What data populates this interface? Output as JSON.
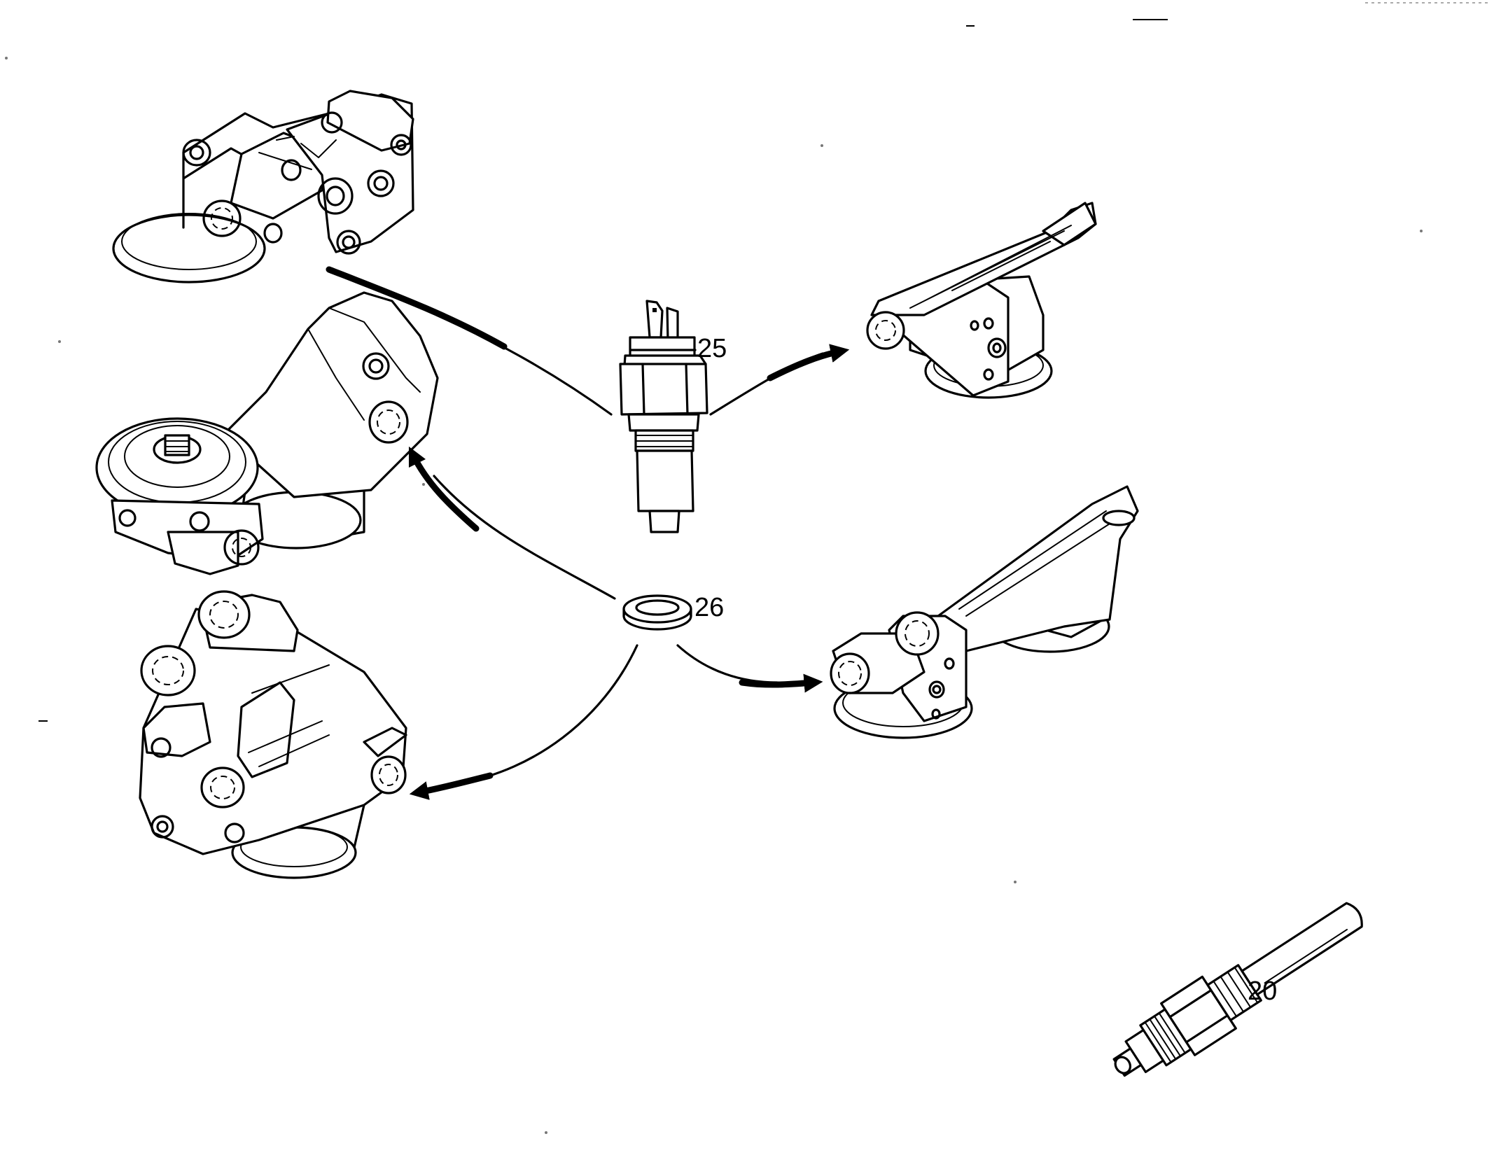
{
  "callouts": {
    "sensor_25": "25",
    "washer_26": "26",
    "sensor_20": "20"
  }
}
